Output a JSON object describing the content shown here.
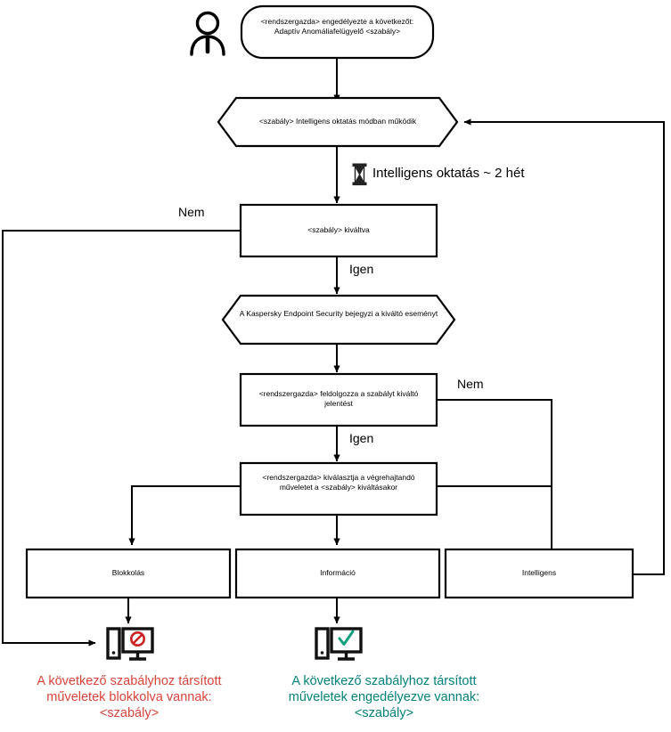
{
  "diagram": {
    "title": "Adaptiv Anomaliafelugyelo szabaly folyamatabra",
    "actor": {
      "icon": "user-person-icon"
    },
    "nodes": {
      "start": {
        "id": "start",
        "shape": "rounded-rectangle",
        "text": "<rendszergazda> engedélyezte a következőt: Adaptív Anomáliafelügyelő <szabály>"
      },
      "smart_training": {
        "id": "smart-training",
        "shape": "hexagon",
        "text": "<szabály> Intelligens oktatás módban működik"
      },
      "rule_triggered": {
        "id": "rule-triggered",
        "shape": "rectangle",
        "text": "<szabály> kiváltva"
      },
      "kes_logs_event": {
        "id": "kes-logs-event",
        "shape": "hexagon",
        "text": "A Kaspersky Endpoint Security bejegyzi a kiváltó eseményt"
      },
      "admin_processes_report": {
        "id": "admin-processes-report",
        "shape": "rectangle",
        "text": "<rendszergazda>  feldolgozza a szabályt kiváltó jelentést"
      },
      "admin_selects_action": {
        "id": "admin-selects-action",
        "shape": "rectangle",
        "text": "<rendszergazda> kiválasztja a végrehajtandó műveletet a <szabály> kiváltásakor"
      },
      "block": {
        "id": "block",
        "shape": "rectangle",
        "text": "Blokkolás"
      },
      "info": {
        "id": "info",
        "shape": "rectangle",
        "text": "Információ"
      },
      "smart": {
        "id": "smart",
        "shape": "rectangle",
        "text": "Intelligens"
      }
    },
    "notes": {
      "training_duration": {
        "icon": "hourglass-icon",
        "text": "Intelligens oktatás ~ 2 hét"
      }
    },
    "edge_labels": {
      "triggered_no": "Nem",
      "triggered_yes": "Igen",
      "report_no": "Nem",
      "report_yes": "Igen"
    },
    "endpoints": {
      "blocked": {
        "icon": "computer-blocked-icon",
        "icon_color": "#cc2222",
        "caption": "A következő szabályhoz társított\nműveletek blokkolva vannak:\n<szabály>",
        "caption_color": "#d9433a"
      },
      "allowed": {
        "icon": "computer-allowed-icon",
        "icon_color": "#17a07e",
        "caption": "A következő szabályhoz társított\nműveletek engedélyezve vannak:\n<szabály>",
        "caption_color": "#00817a"
      }
    },
    "colors": {
      "stroke": "#000000",
      "background": "#ffffff",
      "red": "#d9433a",
      "teal": "#00817a",
      "icon_red": "#cc2222",
      "icon_green": "#17a07e"
    }
  }
}
